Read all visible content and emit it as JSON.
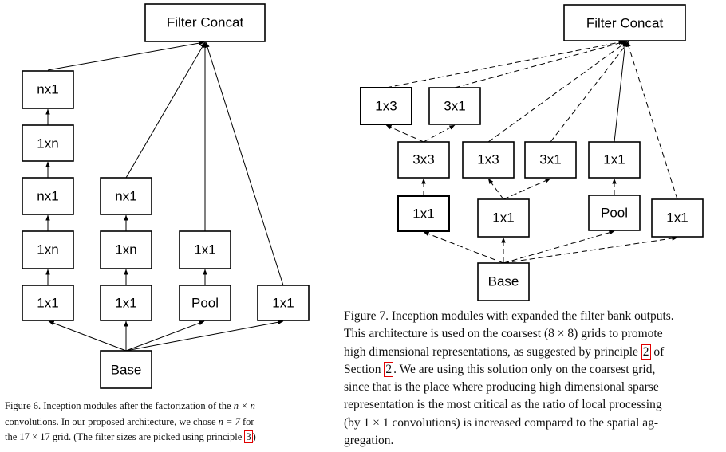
{
  "figure6": {
    "nodes": {
      "concat": "Filter Concat",
      "a_nx1_top": "nx1",
      "a_1xn_upper": "1xn",
      "a_nx1_mid": "nx1",
      "a_1xn_lower": "1xn",
      "a_1x1": "1x1",
      "b_nx1": "nx1",
      "b_1xn": "1xn",
      "b_1x1": "1x1",
      "c_1x1": "1x1",
      "c_pool": "Pool",
      "d_1x1": "1x1",
      "base": "Base"
    },
    "caption": {
      "line1_prefix": "Figure 6. Inception modules after the factorization of the ",
      "line1_math": "n × n",
      "line2_prefix": "convolutions. In our proposed architecture, we chose ",
      "line2_math": "n = 7",
      "line2_suffix": " for",
      "line3_prefix": "the ",
      "line3_math": "17 × 17",
      "line3_suffix": " grid. (The filter sizes are picked using principle ",
      "ref": "3",
      "line3_end": ")"
    }
  },
  "figure7": {
    "nodes": {
      "concat": "Filter Concat",
      "a_1x3": "1x3",
      "a_3x1": "3x1",
      "a_3x3": "3x3",
      "a_1x1": "1x1",
      "b_1x3": "1x3",
      "b_3x1": "3x1",
      "b_1x1": "1x1",
      "c_1x1": "1x1",
      "c_pool": "Pool",
      "d_1x1": "1x1",
      "base": "Base"
    },
    "caption": {
      "line1": "Figure 7. Inception modules with expanded the filter bank outputs.",
      "line2_prefix": "This architecture is used on the coarsest ",
      "line2_math": "(8 × 8)",
      "line2_suffix": " grids to promote",
      "line3_prefix": "high dimensional representations, as suggested by principle ",
      "ref1": "2",
      "line3_suffix": " of",
      "line4_prefix": "Section ",
      "ref2": "2",
      "line4_suffix": ". We are using this solution only on the coarsest grid,",
      "line5": "since that is the place where producing high dimensional sparse",
      "line6": "representation is the most critical as the ratio of local processing",
      "line7_prefix": "(by ",
      "line7_math": "1 × 1",
      "line7_suffix": " convolutions) is increased compared to the spatial ag-",
      "line8": "gregation."
    }
  }
}
